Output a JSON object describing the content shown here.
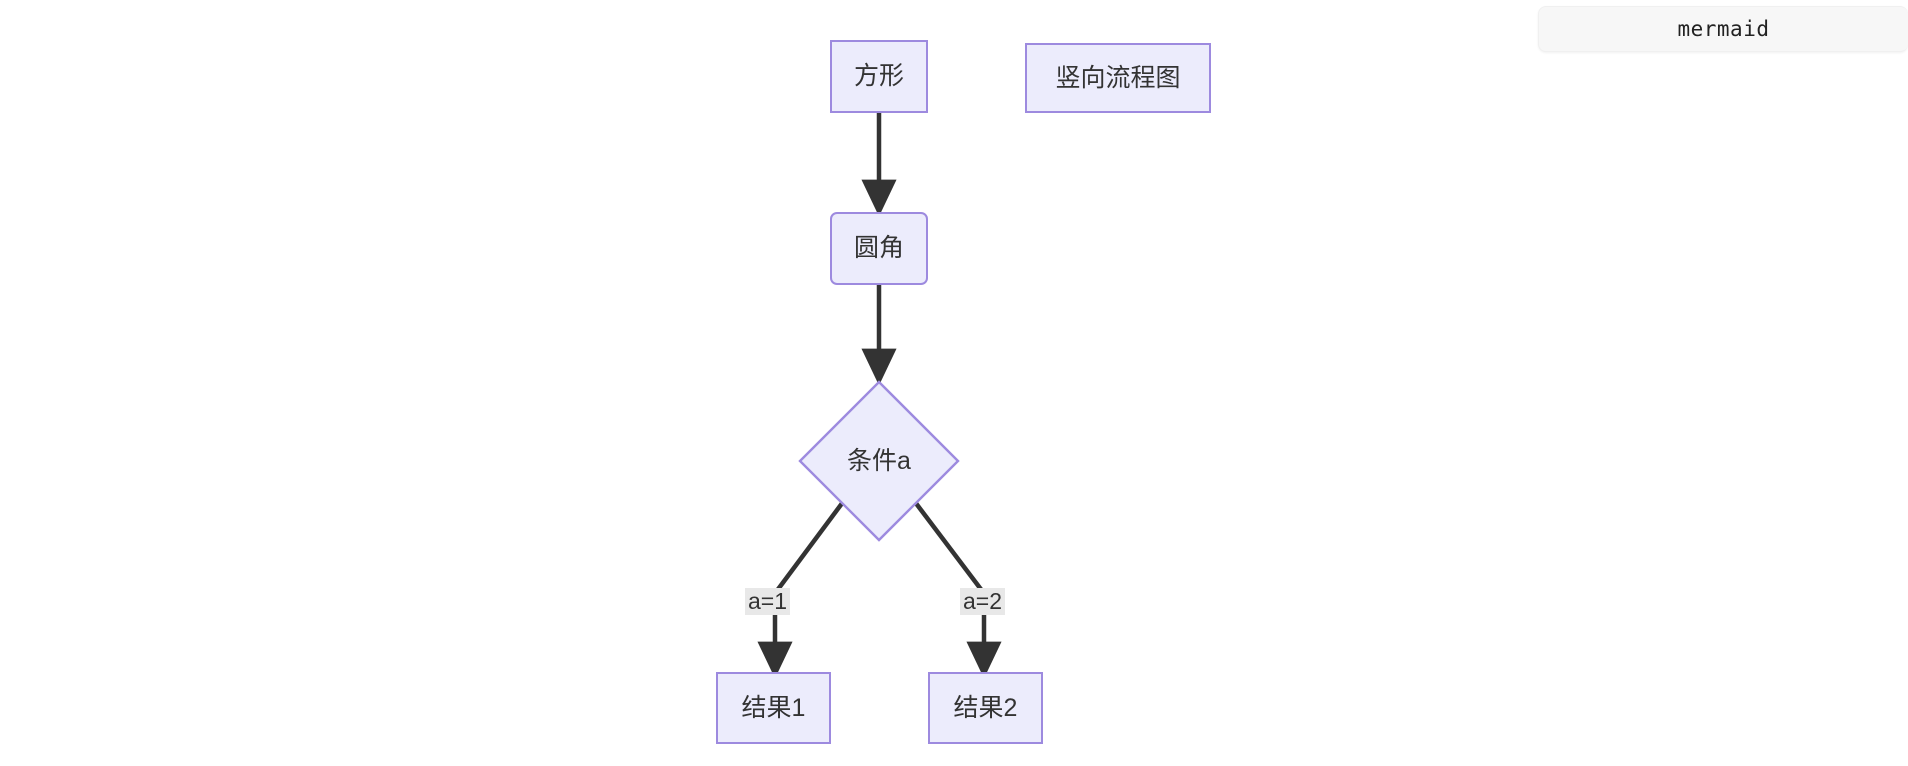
{
  "header": {
    "chip_label": "mermaid"
  },
  "colors": {
    "node_fill": "#ececfc",
    "node_stroke": "#9d8adf",
    "edge_stroke": "#333333",
    "edge_label_bg": "#e8e8e8",
    "text": "#333333",
    "chip_bg": "#f7f7f7",
    "page_bg": "#ffffff"
  },
  "diagram": {
    "type": "flowchart",
    "direction": "TD",
    "nodes": [
      {
        "id": "A",
        "label": "方形",
        "shape": "rect"
      },
      {
        "id": "T",
        "label": "竖向流程图",
        "shape": "rect"
      },
      {
        "id": "B",
        "label": "圆角",
        "shape": "rounded-rect"
      },
      {
        "id": "C",
        "label": "条件a",
        "shape": "diamond"
      },
      {
        "id": "D",
        "label": "结果1",
        "shape": "rect"
      },
      {
        "id": "E",
        "label": "结果2",
        "shape": "rect"
      }
    ],
    "edges": [
      {
        "from": "A",
        "to": "B",
        "label": ""
      },
      {
        "from": "B",
        "to": "C",
        "label": ""
      },
      {
        "from": "C",
        "to": "D",
        "label": "a=1"
      },
      {
        "from": "C",
        "to": "E",
        "label": "a=2"
      }
    ],
    "edge_labels": [
      {
        "id": "a1",
        "text": "a=1"
      },
      {
        "id": "a2",
        "text": "a=2"
      }
    ]
  }
}
